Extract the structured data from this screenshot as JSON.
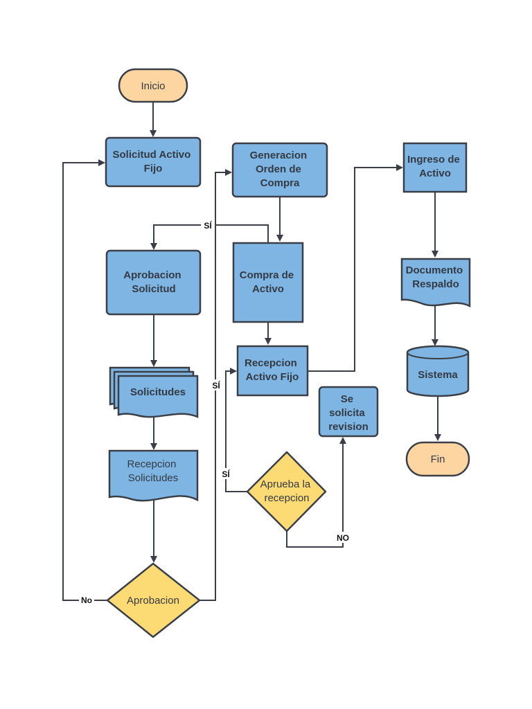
{
  "colors": {
    "terminal": "#fdd5a1",
    "process": "#7fb5e2",
    "decision": "#fddb74",
    "stroke": "#3a3f47"
  },
  "nodes": {
    "inicio": [
      "Inicio"
    ],
    "solicitud": [
      "Solicitud Activo",
      "Fijo"
    ],
    "aprobacion_solicitud": [
      "Aprobacion",
      "Solicitud"
    ],
    "solicitudes": [
      "Solicitudes"
    ],
    "recepcion_solicitudes": [
      "Recepcion",
      "Solicitudes"
    ],
    "aprobacion": [
      "Aprobacion"
    ],
    "generacion": [
      "Generacion",
      "Orden de",
      "Compra"
    ],
    "compra": [
      "Compra de",
      "Activo"
    ],
    "recepcion_activo": [
      "Recepcion",
      "Activo Fijo"
    ],
    "aprueba": [
      "Aprueba la",
      "recepcion"
    ],
    "revision": [
      "Se",
      "solicita",
      "revision"
    ],
    "ingreso": [
      "Ingreso de",
      "Activo"
    ],
    "documento": [
      "Documento",
      "Respaldo"
    ],
    "sistema": [
      "Sistema"
    ],
    "fin": [
      "Fin"
    ]
  },
  "edge_labels": {
    "si_top": "SÍ",
    "si_mid": "SÍ",
    "si_low": "SÍ",
    "no_left": "No",
    "no_bottom": "NO"
  }
}
